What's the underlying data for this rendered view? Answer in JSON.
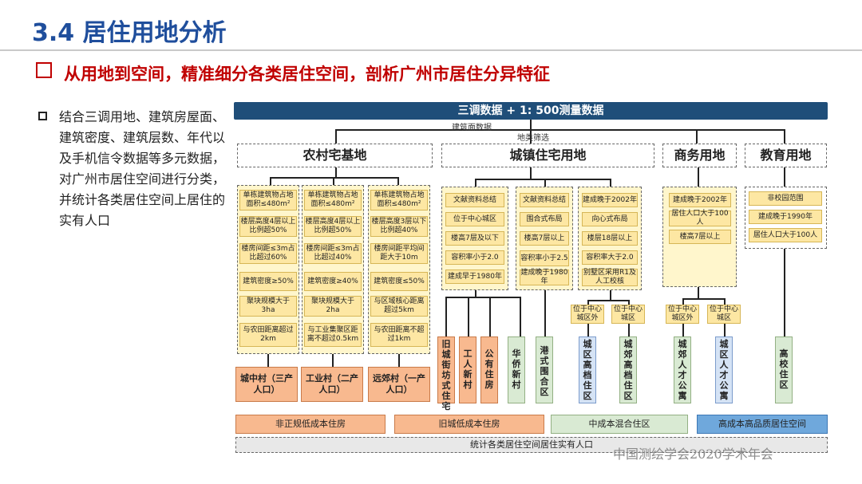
{
  "title": "3.4 居住用地分析",
  "subtitle": "从用地到空间，精准细分各类居住空间，剖析广州市居住分异特征",
  "bullet": "结合三调用地、建筑房屋面、建筑密度、建筑层数、年代以及手机信令数据等多元数据，对广州市居住空间进行分类，并统计各类居住空间上居住的实有人口",
  "diagram": {
    "header": "三调数据 + 1: 500测量数据",
    "label_building_data": "建筑面数据",
    "label_land_filter": "地类筛选",
    "categories": [
      "农村宅基地",
      "城镇住宅用地",
      "商务用地",
      "教育用地"
    ],
    "rural_cols": [
      [
        "单栋建筑物占地面积≤480m²",
        "楼层高度4层以上比例超50%",
        "楼房间距≤3m占比超过60%",
        "建筑密度≥50%",
        "聚块规模大于3ha",
        "与农田距离超过2km"
      ],
      [
        "单栋建筑物占地面积≤480m²",
        "楼层高度4层以上比例超50%",
        "楼房间距≤3m占比超过40%",
        "建筑密度≥40%",
        "聚块规模大于2ha",
        "与工业集聚区距离不超过0.5km"
      ],
      [
        "单栋建筑物占地面积≤480m²",
        "楼层高度3层以下比例超40%",
        "楼房间距平均间距大于10m",
        "建筑密度≤50%",
        "与区域核心距离超过5km",
        "与农田距离不超过1km"
      ]
    ],
    "rural_results": [
      "城中村（三产人口）",
      "工业村（二产人口）",
      "远郊村（一产人口）"
    ],
    "urban_cols": [
      [
        "文献资料总结",
        "位于中心城区",
        "楼高7层及以下",
        "容积率小于2.0",
        "建成早于1980年"
      ],
      [
        "文献资料总结",
        "围合式布局",
        "楼高7层以上",
        "容积率小于2.5",
        "建成晚于1980年"
      ],
      [
        "建成晚于2002年",
        "向心式布局",
        "楼层18层以上",
        "容积率大于2.0",
        "别墅区采用R1及人工校核"
      ]
    ],
    "urban_loc": [
      "位于中心城区外",
      "位于中心城区"
    ],
    "urban_results": [
      "旧城街坊式住宅",
      "工人新村",
      "公有住房",
      "华侨新村",
      "港式围合区",
      "城区高档住区",
      "城郊高档住区"
    ],
    "biz_col": [
      "建成晚于2002年",
      "居住人口大于100人",
      "楼高7层以上"
    ],
    "biz_loc": [
      "位于中心城区外",
      "位于中心城区"
    ],
    "biz_results": [
      "城郊人才公寓",
      "城区人才公寓"
    ],
    "edu_col": [
      "非校园范围",
      "建成晚于1990年",
      "居住人口大于100人"
    ],
    "edu_result": "高校住区",
    "bands": [
      "非正规低成本住房",
      "旧城低成本住房",
      "中成本混合住区",
      "高成本高品质居住空间"
    ],
    "bottom": "统计各类居住空间居住实有人口"
  },
  "footer": "中国测绘学会2020学术年会"
}
